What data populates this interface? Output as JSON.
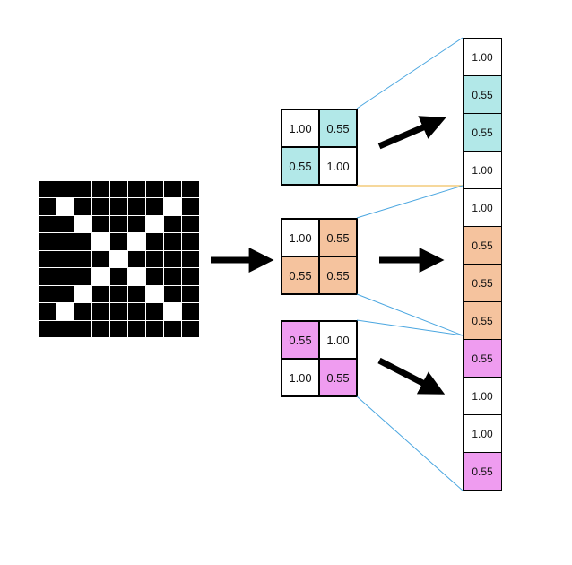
{
  "colors": {
    "background": "#ffffff",
    "pixel_off": "#000000",
    "pixel_on": "#ffffff",
    "teal": "#b2e8e8",
    "peach": "#f5c39e",
    "pink": "#ef9cf0",
    "plain": "#ffffff",
    "line_blue": "#4aa6e0",
    "line_orange": "#f0c060",
    "arrow": "#000000"
  },
  "input_grid": {
    "rows": [
      [
        0,
        0,
        0,
        0,
        0,
        0,
        0,
        0,
        0
      ],
      [
        0,
        1,
        0,
        0,
        0,
        0,
        0,
        1,
        0
      ],
      [
        0,
        0,
        1,
        0,
        0,
        0,
        1,
        0,
        0
      ],
      [
        0,
        0,
        0,
        1,
        0,
        1,
        0,
        0,
        0
      ],
      [
        0,
        0,
        0,
        0,
        1,
        0,
        0,
        0,
        0
      ],
      [
        0,
        0,
        0,
        1,
        0,
        1,
        0,
        0,
        0
      ],
      [
        0,
        0,
        1,
        0,
        0,
        0,
        1,
        0,
        0
      ],
      [
        0,
        1,
        0,
        0,
        0,
        0,
        0,
        1,
        0
      ],
      [
        0,
        0,
        0,
        0,
        0,
        0,
        0,
        0,
        0
      ]
    ]
  },
  "matrices": [
    {
      "cells": [
        {
          "value": "1.00",
          "color": "plain"
        },
        {
          "value": "0.55",
          "color": "teal"
        },
        {
          "value": "0.55",
          "color": "teal"
        },
        {
          "value": "1.00",
          "color": "plain"
        }
      ]
    },
    {
      "cells": [
        {
          "value": "1.00",
          "color": "plain"
        },
        {
          "value": "0.55",
          "color": "peach"
        },
        {
          "value": "0.55",
          "color": "peach"
        },
        {
          "value": "0.55",
          "color": "peach"
        }
      ]
    },
    {
      "cells": [
        {
          "value": "0.55",
          "color": "pink"
        },
        {
          "value": "1.00",
          "color": "plain"
        },
        {
          "value": "1.00",
          "color": "plain"
        },
        {
          "value": "0.55",
          "color": "pink"
        }
      ]
    }
  ],
  "vector": [
    {
      "value": "1.00",
      "color": "plain"
    },
    {
      "value": "0.55",
      "color": "teal"
    },
    {
      "value": "0.55",
      "color": "teal"
    },
    {
      "value": "1.00",
      "color": "plain"
    },
    {
      "value": "1.00",
      "color": "plain"
    },
    {
      "value": "0.55",
      "color": "peach"
    },
    {
      "value": "0.55",
      "color": "peach"
    },
    {
      "value": "0.55",
      "color": "peach"
    },
    {
      "value": "0.55",
      "color": "pink"
    },
    {
      "value": "1.00",
      "color": "plain"
    },
    {
      "value": "1.00",
      "color": "plain"
    },
    {
      "value": "0.55",
      "color": "pink"
    }
  ]
}
